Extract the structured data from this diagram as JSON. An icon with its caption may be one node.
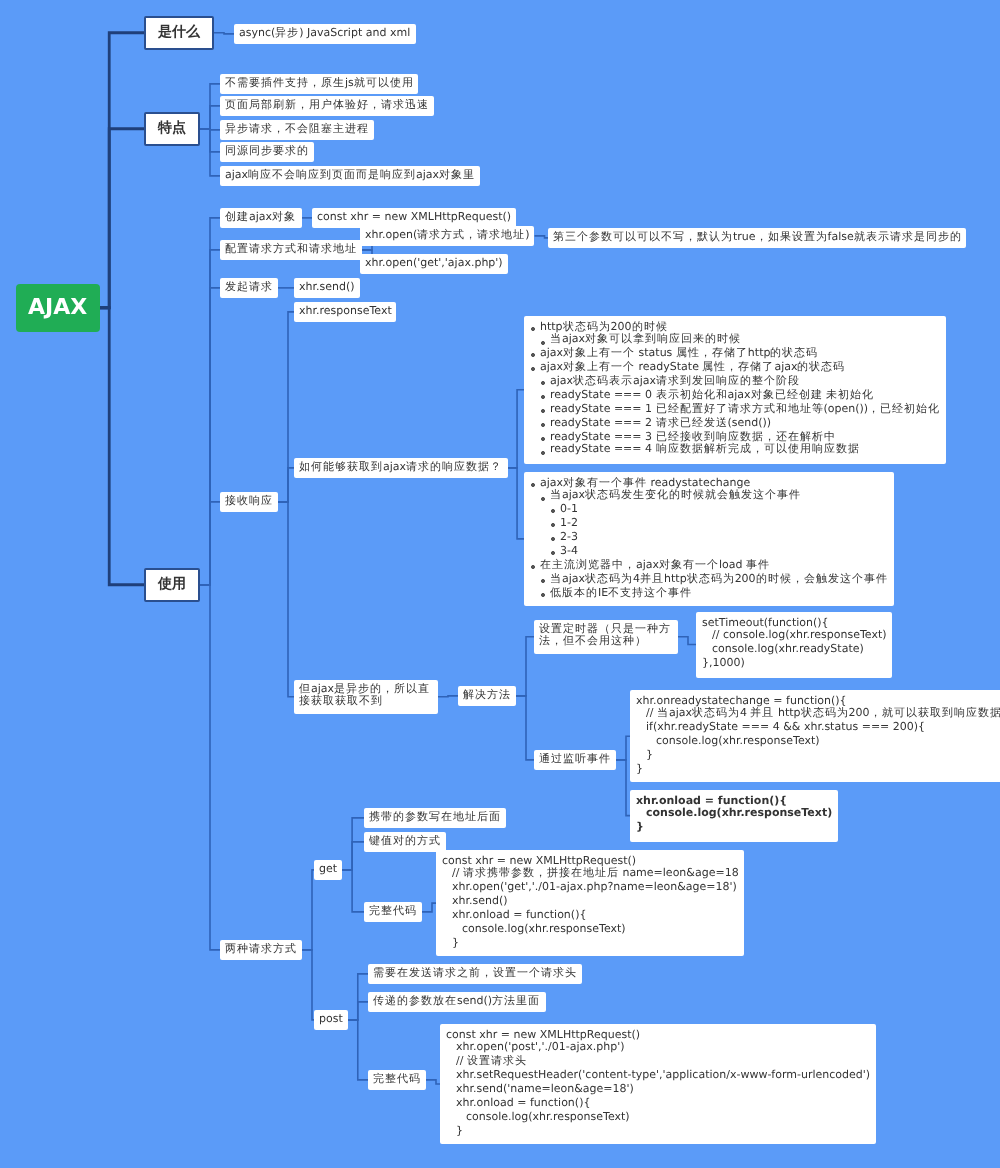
{
  "diagram": {
    "nodes": [
      {
        "text": [
          "AJAX"
        ]
      },
      {
        "text": [
          "是什么"
        ]
      },
      {
        "text": [
          "async(异步) JavaScript and xml"
        ]
      },
      {
        "text": [
          "特点"
        ]
      },
      {
        "text": [
          "不需要插件支持，原生js就可以使用"
        ]
      },
      {
        "text": [
          "页面局部刷新，用户体验好，请求迅速"
        ]
      },
      {
        "text": [
          "异步请求，不会阻塞主进程"
        ]
      },
      {
        "text": [
          "同源同步要求的"
        ]
      },
      {
        "text": [
          "ajax响应不会响应到页面而是响应到ajax对象里"
        ]
      },
      {
        "text": [
          "使用"
        ]
      },
      {
        "text": [
          "创建ajax对象"
        ]
      },
      {
        "text": [
          "const xhr = new XMLHttpRequest()"
        ]
      },
      {
        "text": [
          "配置请求方式和请求地址"
        ]
      },
      {
        "text": [
          "xhr.open(请求方式，请求地址)"
        ]
      },
      {
        "text": [
          "第三个参数可以可以不写，默认为true，如果设置为false就表示请求是同步的"
        ]
      },
      {
        "text": [
          "xhr.open('get','ajax.php')"
        ]
      },
      {
        "text": [
          "发起请求"
        ]
      },
      {
        "text": [
          "xhr.send()"
        ]
      },
      {
        "text": [
          "xhr.responseText"
        ]
      },
      {
        "text": [
          "接收响应"
        ]
      },
      {
        "text": [
          "如何能够获取到ajax请求的响应数据？"
        ]
      },
      {
        "text": [
          "http状态码为200的时候",
          "当ajax对象可以拿到响应回来的时候",
          "ajax对象上有一个 status 属性，存储了http的状态码",
          "ajax对象上有一个 readyState 属性，存储了ajax的状态码",
          "ajax状态码表示ajax请求到发回响应的整个阶段",
          "readyState === 0 表示初始化和ajax对象已经创建 未初始化",
          "readyState === 1 已经配置好了请求方式和地址等(open())，已经初始化",
          "readyState === 2 请求已经发送(send())",
          "readyState === 3 已经接收到响应数据，还在解析中",
          "readyState === 4 响应数据解析完成，可以使用响应数据"
        ]
      },
      {
        "text": [
          "ajax对象有一个事件 readystatechange",
          "当ajax状态码发生变化的时候就会触发这个事件",
          "0-1",
          "1-2",
          "2-3",
          "3-4",
          "在主流浏览器中，ajax对象有一个load 事件",
          "当ajax状态码为4并且http状态码为200的时候，会触发这个事件",
          "低版本的IE不支持这个事件"
        ]
      },
      {
        "text": [
          "但ajax是异步的，所以直接获取获取不到"
        ]
      },
      {
        "text": [
          "解决方法"
        ]
      },
      {
        "text": [
          "设置定时器（只是一种方法，但不会用这种）"
        ]
      },
      {
        "text": [
          "setTimeout(function(){",
          "// console.log(xhr.responseText)",
          "console.log(xhr.readyState)",
          "},1000)"
        ]
      },
      {
        "text": [
          "通过监听事件"
        ]
      },
      {
        "text": [
          "xhr.onreadystatechange = function(){",
          "// 当ajax状态码为4 并且 http状态码为200，就可以获取到响应数据",
          "if(xhr.readyState === 4 && xhr.status === 200){",
          "console.log(xhr.responseText)",
          "}",
          "}"
        ]
      },
      {
        "text": [
          "xhr.onload = function(){",
          "console.log(xhr.responseText)",
          "}"
        ]
      },
      {
        "text": [
          "两种请求方式"
        ]
      },
      {
        "text": [
          "get"
        ]
      },
      {
        "text": [
          "携带的参数写在地址后面"
        ]
      },
      {
        "text": [
          "键值对的方式"
        ]
      },
      {
        "text": [
          "完整代码"
        ]
      },
      {
        "text": [
          "const xhr = new XMLHttpRequest()",
          "// 请求携带参数，拼接在地址后 name=leon&age=18",
          "xhr.open('get','./01-ajax.php?name=leon&age=18')",
          "xhr.send()",
          "xhr.onload = function(){",
          "console.log(xhr.responseText)",
          "}"
        ]
      },
      {
        "text": [
          "post"
        ]
      },
      {
        "text": [
          "需要在发送请求之前，设置一个请求头"
        ]
      },
      {
        "text": [
          "传递的参数放在send()方法里面"
        ]
      },
      {
        "text": [
          "完整代码"
        ]
      },
      {
        "text": [
          "const xhr = new XMLHttpRequest()",
          "xhr.open('post','./01-ajax.php')",
          "// 设置请求头",
          "xhr.setRequestHeader('content-type','application/x-www-form-urlencoded')",
          "xhr.send('name=leon&age=18')",
          "xhr.onload = function(){",
          "console.log(xhr.responseText)",
          "}"
        ]
      }
    ],
    "edges": [
      {
        "from": 0,
        "to": 1,
        "arrow": "none"
      },
      {
        "from": 0,
        "to": 3,
        "arrow": "none"
      },
      {
        "from": 0,
        "to": 9,
        "arrow": "none"
      },
      {
        "from": 1,
        "to": 2,
        "arrow": "none"
      },
      {
        "from": 3,
        "to": 4,
        "arrow": "none"
      },
      {
        "from": 3,
        "to": 5,
        "arrow": "none"
      },
      {
        "from": 3,
        "to": 6,
        "arrow": "none"
      },
      {
        "from": 3,
        "to": 7,
        "arrow": "none"
      },
      {
        "from": 3,
        "to": 8,
        "arrow": "none"
      },
      {
        "from": 9,
        "to": 10,
        "arrow": "none"
      },
      {
        "from": 9,
        "to": 12,
        "arrow": "none"
      },
      {
        "from": 9,
        "to": 16,
        "arrow": "none"
      },
      {
        "from": 9,
        "to": 19,
        "arrow": "none"
      },
      {
        "from": 9,
        "to": 30,
        "arrow": "none"
      },
      {
        "from": 10,
        "to": 11,
        "arrow": "none"
      },
      {
        "from": 12,
        "to": 13,
        "arrow": "none"
      },
      {
        "from": 12,
        "to": 15,
        "arrow": "none"
      },
      {
        "from": 13,
        "to": 14,
        "arrow": "none"
      },
      {
        "from": 16,
        "to": 17,
        "arrow": "none"
      },
      {
        "from": 19,
        "to": 18,
        "arrow": "none"
      },
      {
        "from": 19,
        "to": 20,
        "arrow": "none"
      },
      {
        "from": 19,
        "to": 23,
        "arrow": "none"
      },
      {
        "from": 20,
        "to": 21,
        "arrow": "none"
      },
      {
        "from": 20,
        "to": 22,
        "arrow": "none"
      },
      {
        "from": 23,
        "to": 24,
        "arrow": "none"
      },
      {
        "from": 24,
        "to": 25,
        "arrow": "none"
      },
      {
        "from": 24,
        "to": 27,
        "arrow": "none"
      },
      {
        "from": 25,
        "to": 26,
        "arrow": "none"
      },
      {
        "from": 27,
        "to": 28,
        "arrow": "none"
      },
      {
        "from": 27,
        "to": 29,
        "arrow": "none"
      },
      {
        "from": 30,
        "to": 31,
        "arrow": "none"
      },
      {
        "from": 30,
        "to": 36,
        "arrow": "none"
      },
      {
        "from": 31,
        "to": 32,
        "arrow": "none"
      },
      {
        "from": 31,
        "to": 33,
        "arrow": "none"
      },
      {
        "from": 31,
        "to": 34,
        "arrow": "none"
      },
      {
        "from": 34,
        "to": 35,
        "arrow": "none"
      },
      {
        "from": 36,
        "to": 37,
        "arrow": "none"
      },
      {
        "from": 36,
        "to": 38,
        "arrow": "none"
      },
      {
        "from": 36,
        "to": 39,
        "arrow": "none"
      },
      {
        "from": 39,
        "to": 40,
        "arrow": "none"
      }
    ]
  }
}
